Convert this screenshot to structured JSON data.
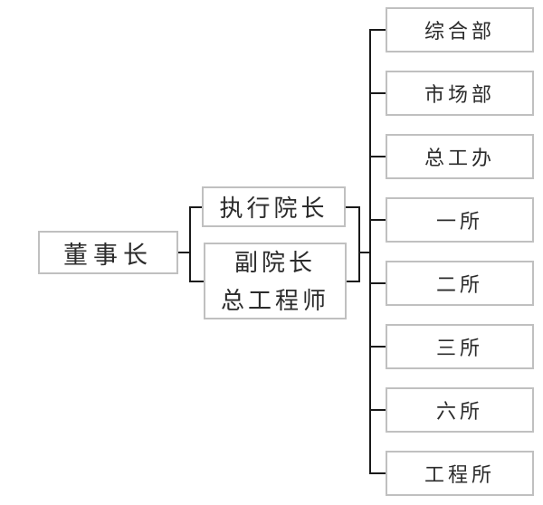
{
  "diagram": {
    "type": "org-chart",
    "root": {
      "label": "董事长"
    },
    "level2": [
      {
        "lines": [
          "执行院长"
        ]
      },
      {
        "lines": [
          "副院长",
          "总工程师"
        ]
      }
    ],
    "departments": [
      {
        "label": "综合部"
      },
      {
        "label": "市场部"
      },
      {
        "label": "总工办"
      },
      {
        "label": "一所"
      },
      {
        "label": "二所"
      },
      {
        "label": "三所"
      },
      {
        "label": "六所"
      },
      {
        "label": "工程所"
      }
    ],
    "edges": [
      {
        "from": "董事长",
        "to": [
          "执行院长",
          "副院长 总工程师"
        ]
      },
      {
        "from": "执行院长 / 副院长 总工程师",
        "to": [
          "综合部",
          "市场部",
          "总工办",
          "一所",
          "二所",
          "三所",
          "六所",
          "工程所"
        ]
      }
    ],
    "colors": {
      "background": "#ffffff",
      "box_border": "#c0c0c0",
      "text": "#2b2b2b",
      "connector": "#1a1a1a"
    }
  }
}
